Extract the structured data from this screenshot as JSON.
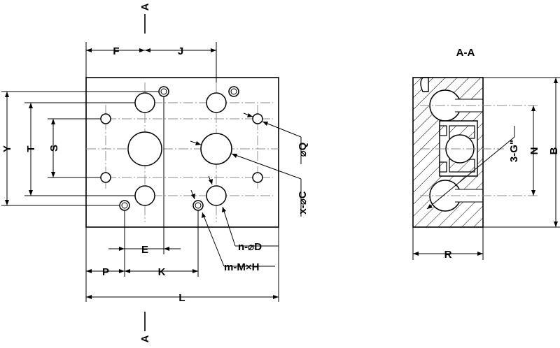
{
  "section_marks": {
    "top": "A",
    "bottom": "A",
    "view_title": "A-A"
  },
  "dimensions": {
    "F": "F",
    "J": "J",
    "Y": "Y",
    "T": "T",
    "S": "S",
    "Q": "⌀Q",
    "C": "x-⌀C",
    "E": "E",
    "P": "P",
    "K": "K",
    "L": "L",
    "D": "n-⌀D",
    "MH": "m-M×H",
    "G": "3-G\"",
    "N": "N",
    "B": "B",
    "R": "R"
  }
}
